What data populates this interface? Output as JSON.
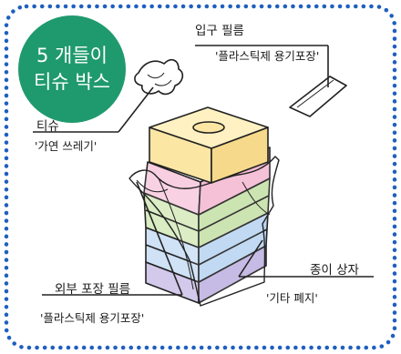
{
  "badge": {
    "line1": "5 개들이",
    "line2": "티슈 박스"
  },
  "labels": {
    "entrance_film": {
      "name": "입구 필름",
      "category": "'플라스틱제 용기포장'"
    },
    "tissue": {
      "name": "티슈",
      "category": "'가연 쓰레기'"
    },
    "paper_box": {
      "name": "종이 상자",
      "category": "'기타 폐지'"
    },
    "outer_film": {
      "name": "외부 포장 필름",
      "category": "'플라스틱제 용기포장'"
    }
  },
  "colors": {
    "border": "#1f5fbf",
    "badge": "#1f9a6e",
    "box_yellow": "#fbe6a4",
    "box_pink": "#f8cfe0",
    "box_green": "#d9ecc2",
    "box_blue": "#cfe2f6",
    "box_purple": "#d3c9ea"
  }
}
